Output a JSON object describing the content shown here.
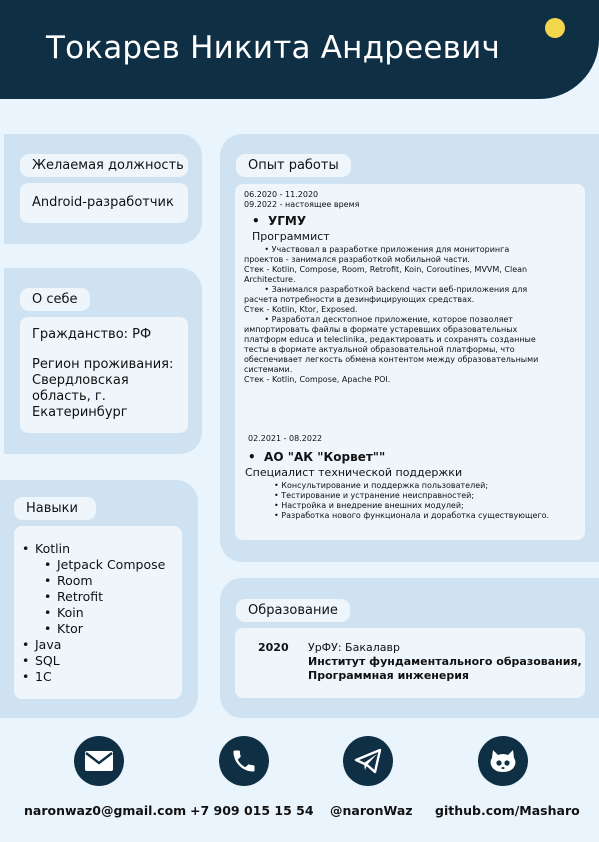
{
  "header": {
    "name": "Токарев Никита Андреевич"
  },
  "position": {
    "label": "Желаемая должность",
    "value": "Android-разработчик"
  },
  "about": {
    "label": "О себе",
    "citizenship": "Гражданство: РФ",
    "region_line1": "Регион проживания:",
    "region_line2": "Свердловская",
    "region_line3": "область, г.",
    "region_line4": "Екатеринбург"
  },
  "skills": {
    "label": "Навыки",
    "items": [
      {
        "text": "Kotlin",
        "sub": false
      },
      {
        "text": "Jetpack Compose",
        "sub": true
      },
      {
        "text": "Room",
        "sub": true
      },
      {
        "text": "Retrofit",
        "sub": true
      },
      {
        "text": "Koin",
        "sub": true
      },
      {
        "text": "Ktor",
        "sub": true
      },
      {
        "text": "Java",
        "sub": false
      },
      {
        "text": "SQL",
        "sub": false
      },
      {
        "text": "1C",
        "sub": false
      }
    ]
  },
  "experience": {
    "label": "Опыт работы",
    "job1": {
      "period1": "06.2020 - 11.2020",
      "period2": "09.2022 - настоящее время",
      "company": "УГМУ",
      "position": "Программист",
      "lines": [
        "        • Участвовал в разработке приложения для мониторинга",
        "проектов - занимался разработкой мобильной части.",
        "Стек - Kotlin, Compose, Room, Retrofit, Koin, Coroutines, MVVM, Clean",
        "Architecture.",
        "        • Занимался разработкой backend части веб-приложения для",
        "расчета потребности в дезинфицирующих средствах.",
        "Стек - Kotlin, Ktor, Exposed.",
        "        • Разработал десктопное приложение, которое позволяет",
        "импортировать файлы в формате устаревших образовательных",
        "платформ educa и teleclinika, редактировать и сохранять созданные",
        "тесты в формате актуальной образовательной платформы, что",
        "обеспечивает легкость обмена контентом между образовательными",
        "системами.",
        "Стек - Kotlin, Compose, Apache POI."
      ]
    },
    "job2": {
      "period": "02.2021 - 08.2022",
      "company": "АО \"АК \"Корвет\"\"",
      "position": "Специалист технической поддержки",
      "items": [
        "Консультирование и поддержка пользователей;",
        "Тестирование и устранение неисправностей;",
        "Настройка и внедрение внешних модулей;",
        "Разработка нового функционала и доработка существующего."
      ]
    }
  },
  "education": {
    "label": "Образование",
    "year": "2020",
    "degree": "УрФУ: Бакалавр",
    "institute": "Институт фундаментального образования,",
    "program": "Программная инженерия"
  },
  "contacts": {
    "email": "naronwaz0@gmail.com",
    "phone": "+7 909 015 15 54",
    "telegram": "@naronWaz",
    "github": "github.com/Masharo"
  }
}
